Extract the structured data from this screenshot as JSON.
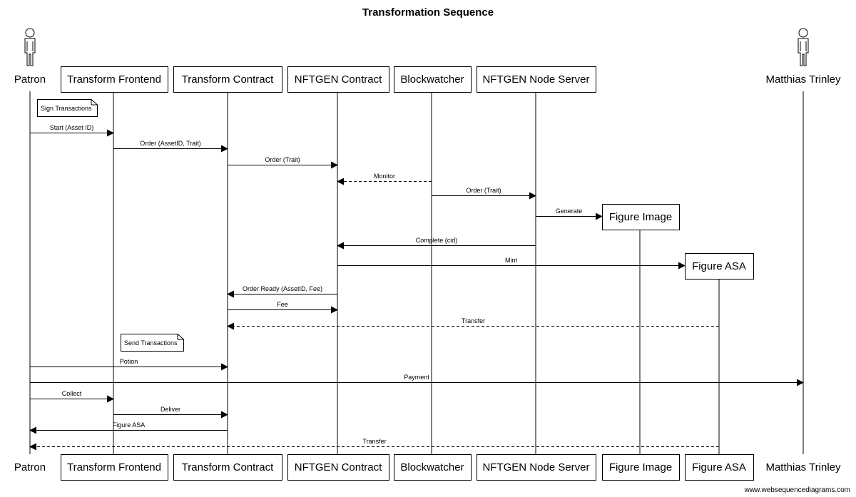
{
  "title": "Transformation Sequence",
  "participants": [
    {
      "id": "patron",
      "label": "Patron",
      "kind": "actor"
    },
    {
      "id": "frontend",
      "label": "Transform Frontend",
      "kind": "box"
    },
    {
      "id": "tcontract",
      "label": "Transform Contract",
      "kind": "box"
    },
    {
      "id": "nftgen",
      "label": "NFTGEN Contract",
      "kind": "box"
    },
    {
      "id": "blockwatcher",
      "label": "Blockwatcher",
      "kind": "box"
    },
    {
      "id": "nodeserver",
      "label": "NFTGEN Node Server",
      "kind": "box"
    },
    {
      "id": "image",
      "label": "Figure Image",
      "kind": "box",
      "created": true
    },
    {
      "id": "asa",
      "label": "Figure ASA",
      "kind": "box",
      "created": true
    },
    {
      "id": "matthias",
      "label": "Matthias Trinley",
      "kind": "actor"
    }
  ],
  "notes": [
    {
      "over": "patron",
      "text": "Sign Transactions"
    },
    {
      "over": "frontend",
      "text": "Send Transactions"
    }
  ],
  "messages": [
    {
      "from": "patron",
      "to": "frontend",
      "label": "Start (Asset ID)",
      "style": "solid"
    },
    {
      "from": "frontend",
      "to": "tcontract",
      "label": "Order (AssetID, Trait)",
      "style": "solid"
    },
    {
      "from": "tcontract",
      "to": "nftgen",
      "label": "Order (Trait)",
      "style": "solid"
    },
    {
      "from": "blockwatcher",
      "to": "nftgen",
      "label": "Monitor",
      "style": "dashed"
    },
    {
      "from": "blockwatcher",
      "to": "nodeserver",
      "label": "Order (Trait)",
      "style": "solid"
    },
    {
      "from": "nodeserver",
      "to": "image",
      "label": "Generate",
      "style": "solid",
      "create": true
    },
    {
      "from": "nodeserver",
      "to": "nftgen",
      "label": "Complete (cid)",
      "style": "solid"
    },
    {
      "from": "nftgen",
      "to": "asa",
      "label": "Mint",
      "style": "solid",
      "create": true
    },
    {
      "from": "nftgen",
      "to": "tcontract",
      "label": "Order Ready (AssetID, Fee)",
      "style": "solid"
    },
    {
      "from": "tcontract",
      "to": "nftgen",
      "label": "Fee",
      "style": "solid"
    },
    {
      "from": "asa",
      "to": "tcontract",
      "label": "Transfer",
      "style": "dashed"
    },
    {
      "from": "patron",
      "to": "tcontract",
      "label": "Potion",
      "style": "solid"
    },
    {
      "from": "patron",
      "to": "matthias",
      "label": "Payment",
      "style": "solid"
    },
    {
      "from": "patron",
      "to": "frontend",
      "label": "Collect",
      "style": "solid"
    },
    {
      "from": "frontend",
      "to": "tcontract",
      "label": "Deliver",
      "style": "solid"
    },
    {
      "from": "tcontract",
      "to": "patron",
      "label": "Figure ASA",
      "style": "solid"
    },
    {
      "from": "asa",
      "to": "patron",
      "label": "Transfer",
      "style": "dashed"
    }
  ],
  "footer": "www.websequencediagrams.com"
}
